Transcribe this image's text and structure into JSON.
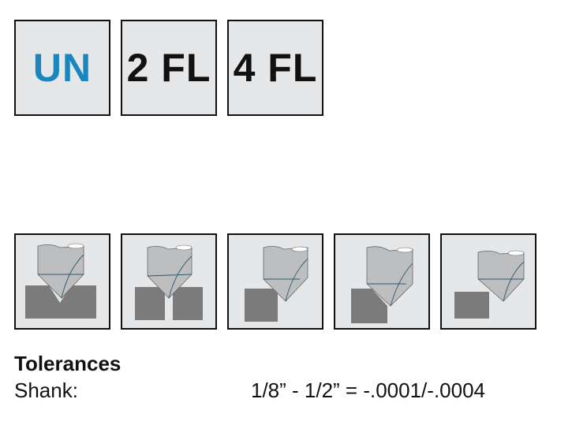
{
  "badges": [
    {
      "label": "UN",
      "color": "#1a86c0"
    },
    {
      "label": "2 FL",
      "color": "#111111"
    },
    {
      "label": "4 FL",
      "color": "#111111"
    }
  ],
  "operation_icons": [
    "v-groove-icon",
    "chamfer-between-blocks-icon",
    "chamfer-edge-icon",
    "chamfer-corner-icon",
    "spot-chamfer-icon"
  ],
  "tolerances": {
    "heading": "Tolerances",
    "shank_label": "Shank:",
    "shank_value": "1/8” - 1/2” = -.0001/-.0004"
  }
}
